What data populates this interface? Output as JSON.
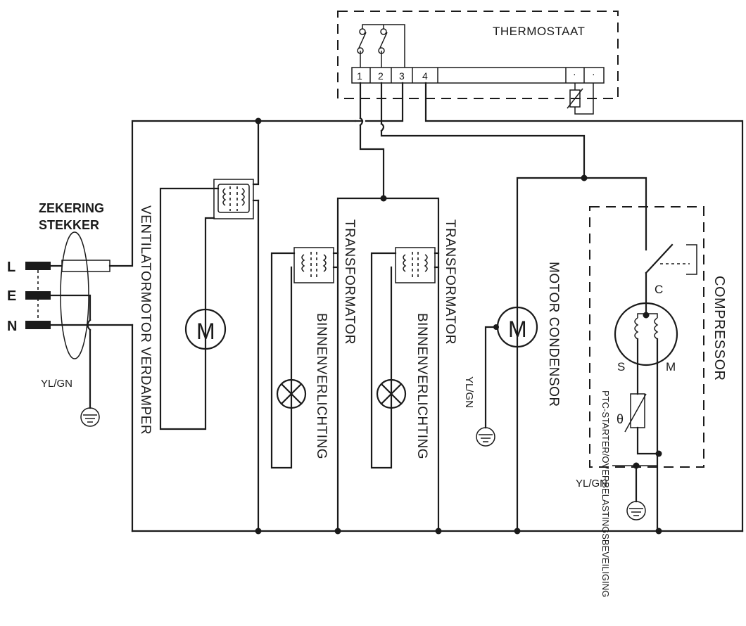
{
  "labels": {
    "thermostat": "THERMOSTAAT",
    "fuse_plug_line1": "ZEKERING",
    "fuse_plug_line2": "STEKKER",
    "L": "L",
    "E": "E",
    "N": "N",
    "yl_gn_left": "YL/GN",
    "yl_gn_mid": "YL/GN",
    "yl_gn_right": "YL/GN",
    "fan_motor": "VENTILATORMOTOR VERDAMPER",
    "transformer_1": "TRANSFORMATOR",
    "transformer_2": "TRANSFORMATOR",
    "interior_light_1": "BINNENVERLICHTING",
    "interior_light_2": "BINNENVERLICHTING",
    "condenser_motor": "MOTOR CONDENSOR",
    "compressor": "COMPRESSOR",
    "ptc": "PTC-STARTER/OVERBELASTINGSBEVEILIGING",
    "motor_symbol": "M",
    "pin_c": "C",
    "pin_s": "S",
    "pin_m": "M",
    "theta": "θ",
    "terminals": [
      "1",
      "2",
      "3",
      "4"
    ]
  }
}
